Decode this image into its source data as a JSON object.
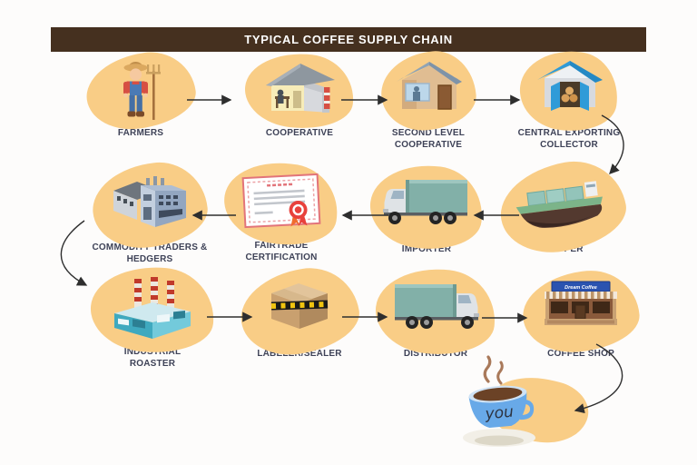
{
  "title": "TYPICAL COFFEE SUPPLY CHAIN",
  "nodes": [
    {
      "label": "FARMERS"
    },
    {
      "label": "COOPERATIVE"
    },
    {
      "label": "SECOND LEVEL COOPERATIVE"
    },
    {
      "label": "CENTRAL EXPORTING COLLECTOR"
    },
    {
      "label": "SHIPPER"
    },
    {
      "label": "IMPORTER"
    },
    {
      "label": "FAIRTRADE CERTIFICATION"
    },
    {
      "label": "COMMODITY TRADERS & HEDGERS"
    },
    {
      "label": "INDUSTRIAL ROASTER"
    },
    {
      "label": "LABELER/SEALER"
    },
    {
      "label": "DISTRIBUTOR"
    },
    {
      "label": "COFFEE SHOP"
    }
  ],
  "coffee_shop": {
    "sign": "Dream Coffee"
  },
  "consumer": {
    "label": "you"
  },
  "colors": {
    "header_bg": "#45301f",
    "header_text": "#ffffff",
    "blob": "#f9cd86",
    "label_text": "#3e4257",
    "arrow": "#2e2e2e",
    "truck_teal": "#82b0a8",
    "roof_blue": "#2f9bd8",
    "cert_red": "#e8413c",
    "cup_blue": "#68a9e8"
  }
}
